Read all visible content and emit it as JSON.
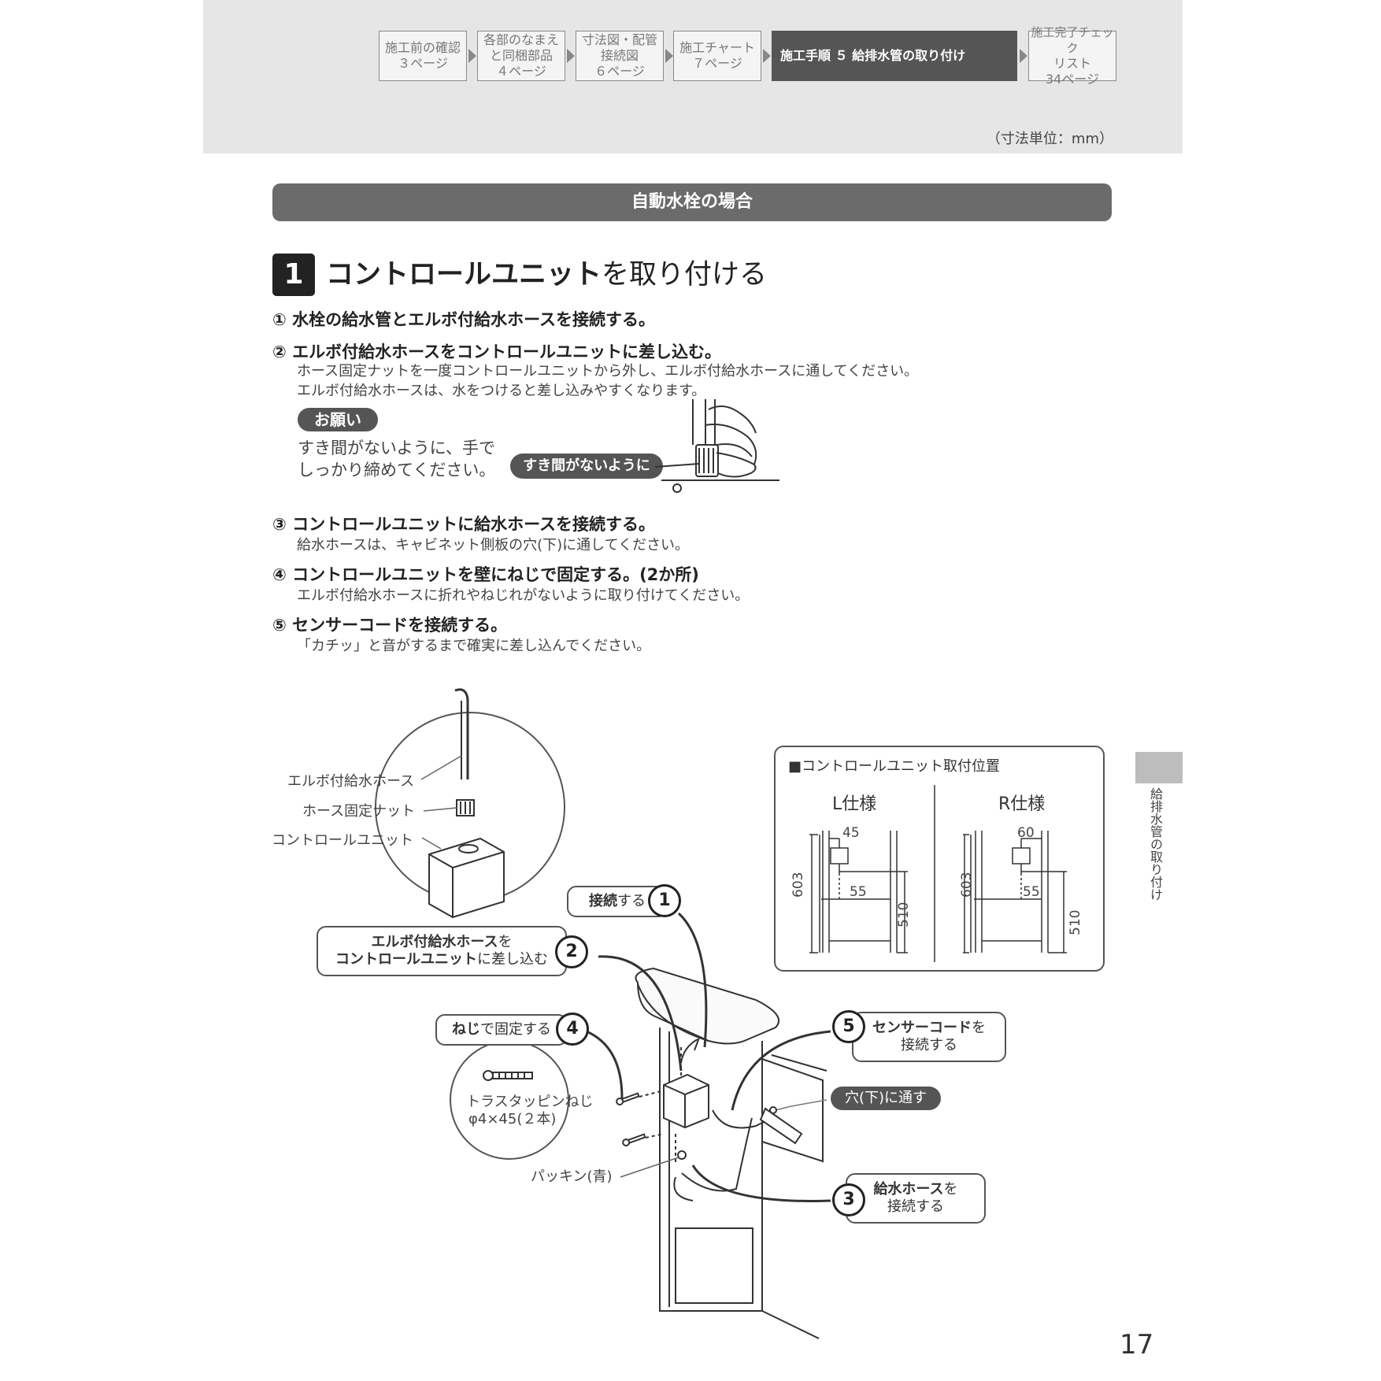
{
  "nav": {
    "items": [
      {
        "line1": "施工前の確認",
        "line2": "３ページ"
      },
      {
        "line1": "各部のなまえ",
        "line2": "と同梱部品",
        "line3": "４ページ"
      },
      {
        "line1": "寸法図・配管",
        "line2": "接続図",
        "line3": "６ページ"
      },
      {
        "line1": "施工チャート",
        "line2": "７ページ"
      },
      {
        "line1": "施工手順 ５ 給排水管の取り付け"
      },
      {
        "line1": "施工完了チェック",
        "line2": "リスト",
        "line3": "34ページ"
      }
    ]
  },
  "unit_note": "（寸法単位：mm）",
  "section_title": "自動水栓の場合",
  "step": {
    "number": "1",
    "title_bold": "コントロールユニット",
    "title_rest": "を取り付ける"
  },
  "instructions": {
    "i1": "① 水栓の給水管とエルボ付給水ホースを接続する。",
    "i2": "② エルボ付給水ホースをコントロールユニットに差し込む。",
    "i2_sub1": "ホース固定ナットを一度コントロールユニットから外し、エルボ付給水ホースに通してください。",
    "i2_sub2": "エルボ付給水ホースは、水をつけると差し込みやすくなります。",
    "onegai_label": "お願い",
    "onegai_text": "すき間がないように、手で\nしっかり締めてください。",
    "sukima_label": "すき間がないように",
    "i3": "③ コントロールユニットに給水ホースを接続する。",
    "i3_sub": "給水ホースは、キャビネット側板の穴(下)に通してください。",
    "i4": "④ コントロールユニットを壁にねじで固定する。(2か所)",
    "i4_sub": "エルボ付給水ホースに折れやねじれがないように取り付けてください。",
    "i5": "⑤ センサーコードを接続する。",
    "i5_sub": "「カチッ」と音がするまで確実に差し込んでください。"
  },
  "diagram": {
    "elbow_hose": "エルボ付給水ホース",
    "hose_nut": "ホース固定ナット",
    "control_unit": "コントロールユニット",
    "c1_bold": "接続",
    "c1_rest": "する",
    "c2_bold1": "エルボ付給水ホース",
    "c2_rest1": "を",
    "c2_bold2": "コントロールユニット",
    "c2_rest2": "に差し込む",
    "c4_bold": "ねじ",
    "c4_rest": "で固定する",
    "screw_name": "トラスタッピンねじ",
    "screw_size": "φ4×45(２本)",
    "packing": "パッキン(青)",
    "c5_bold": "センサーコード",
    "c5_rest": "を",
    "c5_line2": "接続する",
    "hole": "穴(下)に通す",
    "c3_bold": "給水ホース",
    "c3_rest": "を",
    "c3_line2": "接続する",
    "n1": "1",
    "n2": "2",
    "n3": "3",
    "n4": "4",
    "n5": "5"
  },
  "position": {
    "title": "■コントロールユニット取付位置",
    "l_spec": "L仕様",
    "r_spec": "R仕様",
    "l_dims": {
      "top": "45",
      "mid": "55",
      "height": "603",
      "right": "510"
    },
    "r_dims": {
      "top": "60",
      "mid": "55",
      "height": "603",
      "right": "510"
    }
  },
  "side_tab": "給排水管の取り付け",
  "page_number": "17"
}
